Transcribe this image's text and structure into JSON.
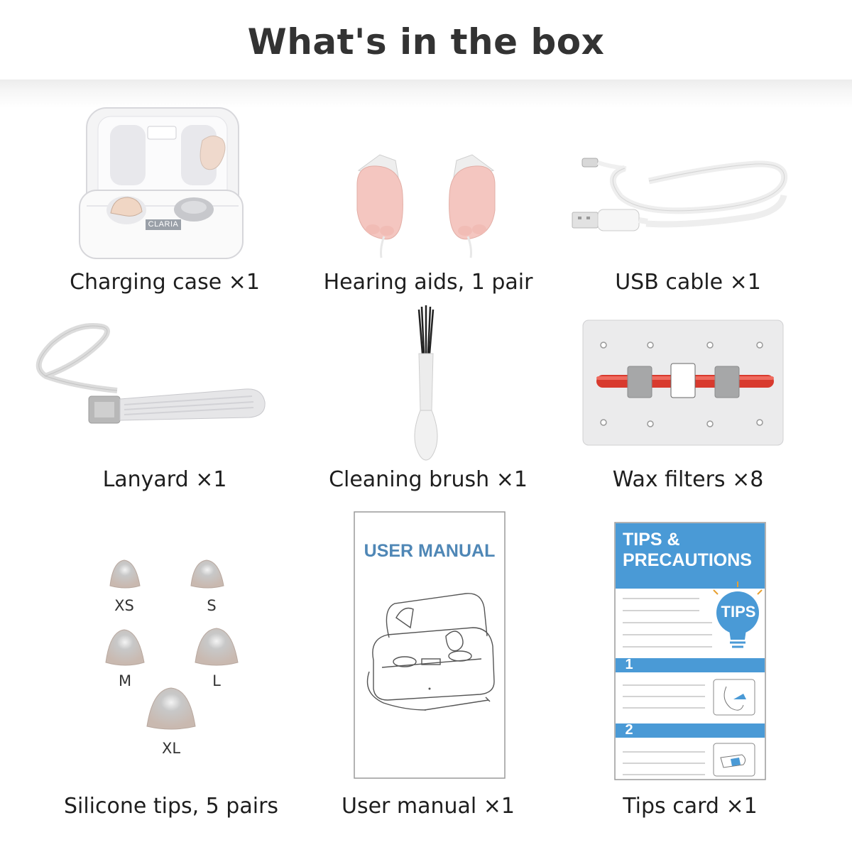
{
  "header": {
    "title": "What's in the box"
  },
  "items": [
    {
      "label": "Charging case ×1",
      "icon": "charging-case"
    },
    {
      "label": "Hearing aids, 1 pair",
      "icon": "hearing-aids"
    },
    {
      "label": "USB cable ×1",
      "icon": "usb-cable"
    },
    {
      "label": "Lanyard ×1",
      "icon": "lanyard"
    },
    {
      "label": "Cleaning brush ×1",
      "icon": "cleaning-brush"
    },
    {
      "label": "Wax filters ×8",
      "icon": "wax-filters"
    },
    {
      "label": "Silicone tips, 5 pairs",
      "icon": "silicone-tips"
    },
    {
      "label": "User manual ×1",
      "icon": "user-manual"
    },
    {
      "label": "Tips card ×1",
      "icon": "tips-card"
    }
  ],
  "case": {
    "brand": "CLARIA"
  },
  "tips_sizes": [
    "XS",
    "S",
    "M",
    "L",
    "XL"
  ],
  "manual": {
    "title": "USER MANUAL"
  },
  "tips_card": {
    "heading_line1": "TIPS &",
    "heading_line2": "PRECAUTIONS",
    "bulb_label": "TIPS",
    "step1": "1",
    "step2": "2"
  },
  "colors": {
    "manual_title": "#4f87b6",
    "tips_card_blue": "#4a9ad6",
    "filter_rod": "#d83a2e"
  }
}
